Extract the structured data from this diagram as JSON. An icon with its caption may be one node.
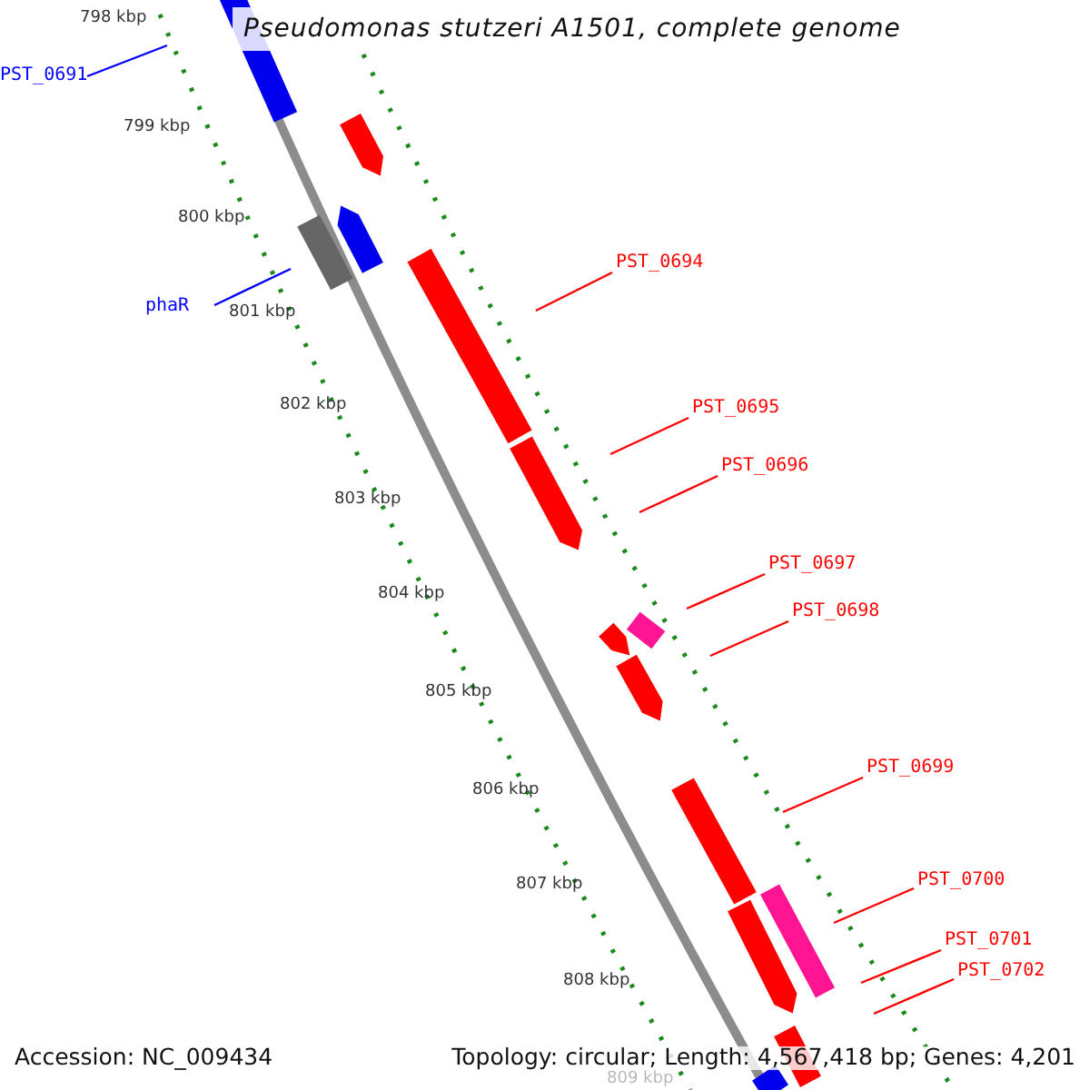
{
  "diagram": {
    "title": "Pseudomonas stutzeri A1501, complete genome",
    "nodes": [
      {
        "text": [
          "PST_0691"
        ]
      },
      {
        "text": [
          "phaR"
        ]
      },
      {
        "text": [
          "PST_0694"
        ]
      },
      {
        "text": [
          "PST_0695"
        ]
      },
      {
        "text": [
          "PST_0696"
        ]
      },
      {
        "text": [
          "PST_0697"
        ]
      },
      {
        "text": [
          "PST_0698"
        ]
      },
      {
        "text": [
          "PST_0699"
        ]
      },
      {
        "text": [
          "PST_0700"
        ]
      },
      {
        "text": [
          "PST_0701"
        ]
      },
      {
        "text": [
          "PST_0702"
        ]
      }
    ],
    "edges": [
      {
        "from": 0,
        "to": null,
        "arrow": "none",
        "color": "#0000ff"
      },
      {
        "from": 1,
        "to": null,
        "arrow": "none",
        "color": "#0000ff"
      },
      {
        "from": 2,
        "to": null,
        "arrow": "none"
      },
      {
        "from": 3,
        "to": null,
        "arrow": "none"
      },
      {
        "from": 4,
        "to": null,
        "arrow": "none"
      },
      {
        "from": 5,
        "to": null,
        "arrow": "none"
      },
      {
        "from": 6,
        "to": null,
        "arrow": "none"
      },
      {
        "from": 7,
        "to": null,
        "arrow": "none"
      },
      {
        "from": 8,
        "to": null,
        "arrow": "none"
      },
      {
        "from": 9,
        "to": null,
        "arrow": "none"
      },
      {
        "from": 10,
        "to": null,
        "arrow": "none"
      }
    ],
    "labels": [
      "798 kbp",
      "799 kbp",
      "800 kbp",
      "801 kbp",
      "802 kbp",
      "803 kbp",
      "804 kbp",
      "805 kbp",
      "806 kbp",
      "807 kbp",
      "808 kbp",
      "809 kbp",
      "Accession: NC_009434",
      "Topology: circular; Length: 4,567,418 bp; Genes: 4,201"
    ]
  }
}
